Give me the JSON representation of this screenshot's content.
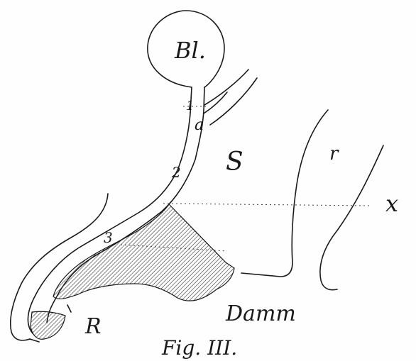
{
  "figure": {
    "caption": "Fig. III.",
    "ink_color": "#1a1a1a",
    "hatch_color": "#333333",
    "labels": {
      "bladder": "Bl.",
      "point_1": "1",
      "point_a": "a",
      "point_2": "2",
      "point_3": "3",
      "symphysis": "S",
      "rectum_wall": "r",
      "line_x": "x",
      "rectum": "R",
      "perineum": "Damm"
    }
  }
}
